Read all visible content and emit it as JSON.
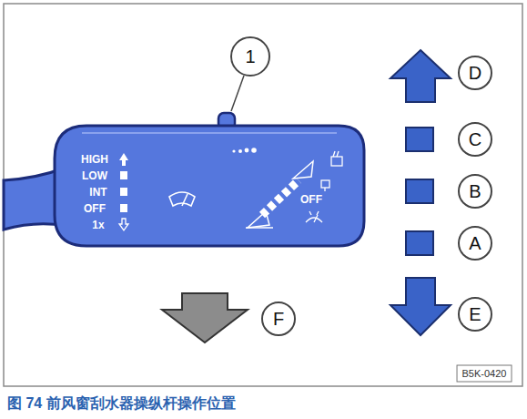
{
  "diagram": {
    "caption": "图 74 前风窗刮水器操纵杆操作位置",
    "labels": [
      "1",
      "HIGH",
      "LOW",
      "INT",
      "OFF",
      "1x",
      "OFF",
      "D",
      "C",
      "B",
      "A",
      "E",
      "F",
      "B5K-0420"
    ]
  }
}
